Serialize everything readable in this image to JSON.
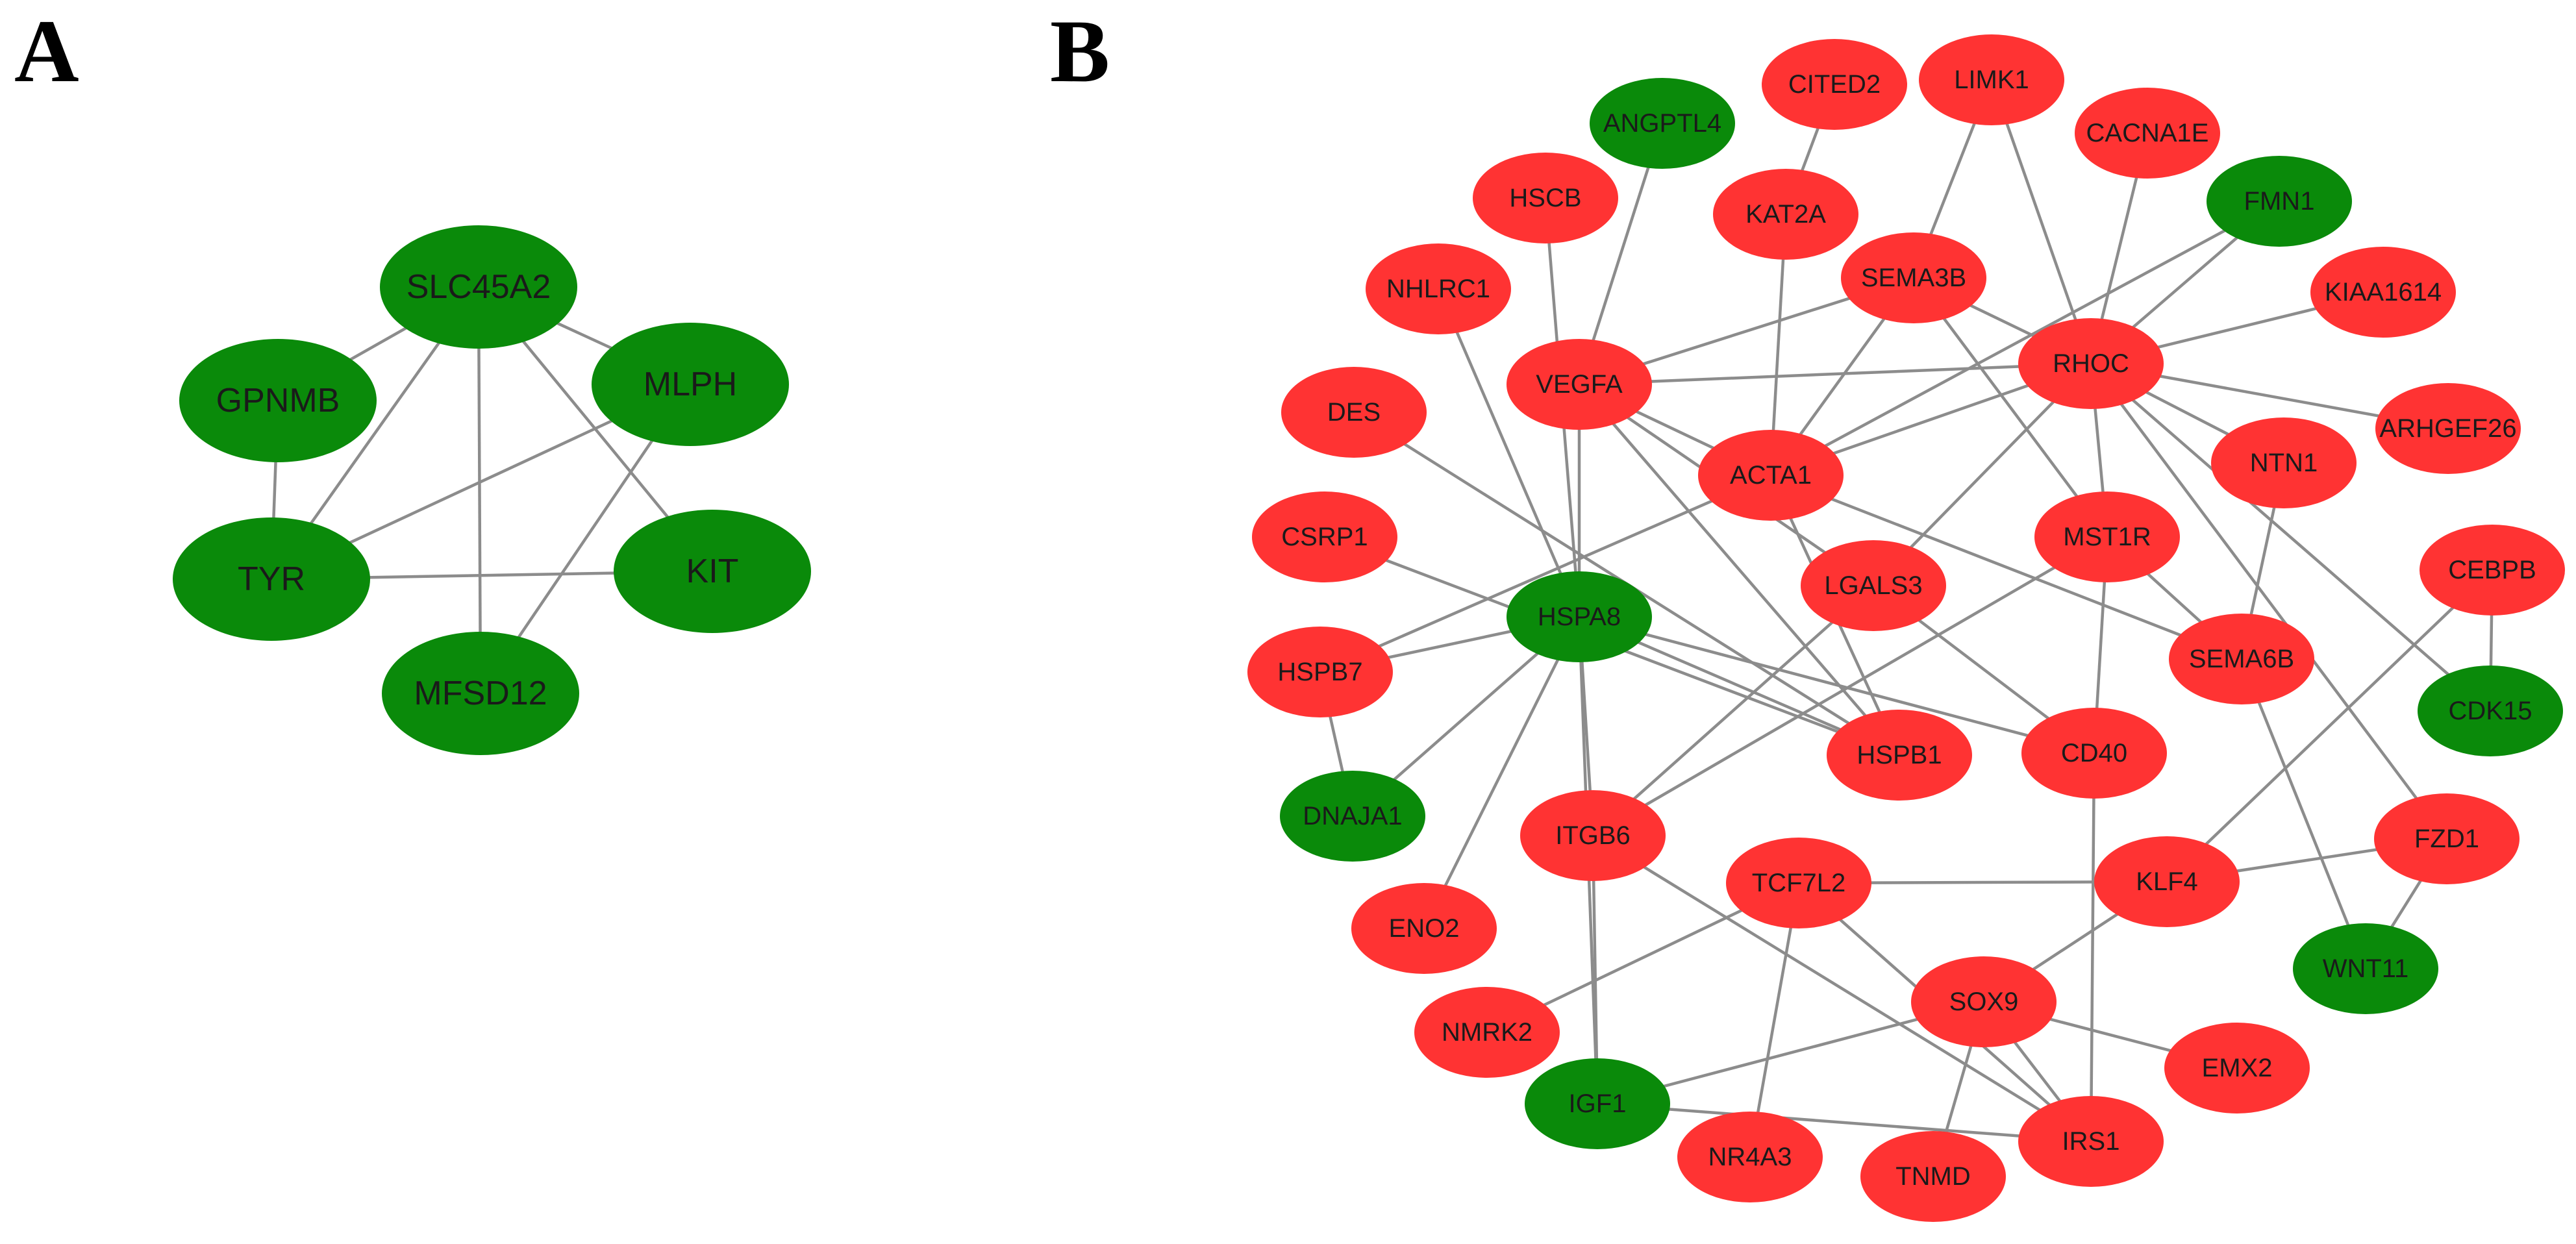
{
  "colors": {
    "up": "#ff3333",
    "down": "#0a8a0a",
    "edge": "#8c8c8c"
  },
  "panels": {
    "A": {
      "label": "A",
      "nodes": [
        {
          "id": "SLC45A2",
          "label": "SLC45A2",
          "group": "down"
        },
        {
          "id": "GPNMB",
          "label": "GPNMB",
          "group": "down"
        },
        {
          "id": "MLPH",
          "label": "MLPH",
          "group": "down"
        },
        {
          "id": "TYR",
          "label": "TYR",
          "group": "down"
        },
        {
          "id": "KIT",
          "label": "KIT",
          "group": "down"
        },
        {
          "id": "MFSD12",
          "label": "MFSD12",
          "group": "down"
        }
      ],
      "edges": [
        [
          "SLC45A2",
          "GPNMB"
        ],
        [
          "SLC45A2",
          "MLPH"
        ],
        [
          "SLC45A2",
          "TYR"
        ],
        [
          "SLC45A2",
          "KIT"
        ],
        [
          "SLC45A2",
          "MFSD12"
        ],
        [
          "GPNMB",
          "TYR"
        ],
        [
          "TYR",
          "MLPH"
        ],
        [
          "TYR",
          "KIT"
        ],
        [
          "MLPH",
          "MFSD12"
        ]
      ]
    },
    "B": {
      "label": "B",
      "nodes": [
        {
          "id": "ANGPTL4",
          "label": "ANGPTL4",
          "group": "down"
        },
        {
          "id": "CITED2",
          "label": "CITED2",
          "group": "up"
        },
        {
          "id": "LIMK1",
          "label": "LIMK1",
          "group": "up"
        },
        {
          "id": "CACNA1E",
          "label": "CACNA1E",
          "group": "up"
        },
        {
          "id": "HSCB",
          "label": "HSCB",
          "group": "up"
        },
        {
          "id": "KAT2A",
          "label": "KAT2A",
          "group": "up"
        },
        {
          "id": "FMN1",
          "label": "FMN1",
          "group": "down"
        },
        {
          "id": "SEMA3B",
          "label": "SEMA3B",
          "group": "up"
        },
        {
          "id": "NHLRC1",
          "label": "NHLRC1",
          "group": "up"
        },
        {
          "id": "KIAA1614",
          "label": "KIAA1614",
          "group": "up"
        },
        {
          "id": "VEGFA",
          "label": "VEGFA",
          "group": "up"
        },
        {
          "id": "RHOC",
          "label": "RHOC",
          "group": "up"
        },
        {
          "id": "DES",
          "label": "DES",
          "group": "up"
        },
        {
          "id": "ARHGEF26",
          "label": "ARHGEF26",
          "group": "up"
        },
        {
          "id": "ACTA1",
          "label": "ACTA1",
          "group": "up"
        },
        {
          "id": "NTN1",
          "label": "NTN1",
          "group": "up"
        },
        {
          "id": "CSRP1",
          "label": "CSRP1",
          "group": "up"
        },
        {
          "id": "MST1R",
          "label": "MST1R",
          "group": "up"
        },
        {
          "id": "LGALS3",
          "label": "LGALS3",
          "group": "up"
        },
        {
          "id": "CEBPB",
          "label": "CEBPB",
          "group": "up"
        },
        {
          "id": "HSPA8",
          "label": "HSPA8",
          "group": "down"
        },
        {
          "id": "HSPB7",
          "label": "HSPB7",
          "group": "up"
        },
        {
          "id": "SEMA6B",
          "label": "SEMA6B",
          "group": "up"
        },
        {
          "id": "CDK15",
          "label": "CDK15",
          "group": "down"
        },
        {
          "id": "HSPB1",
          "label": "HSPB1",
          "group": "up"
        },
        {
          "id": "CD40",
          "label": "CD40",
          "group": "up"
        },
        {
          "id": "DNAJA1",
          "label": "DNAJA1",
          "group": "down"
        },
        {
          "id": "ITGB6",
          "label": "ITGB6",
          "group": "up"
        },
        {
          "id": "FZD1",
          "label": "FZD1",
          "group": "up"
        },
        {
          "id": "TCF7L2",
          "label": "TCF7L2",
          "group": "up"
        },
        {
          "id": "KLF4",
          "label": "KLF4",
          "group": "up"
        },
        {
          "id": "ENO2",
          "label": "ENO2",
          "group": "up"
        },
        {
          "id": "WNT11",
          "label": "WNT11",
          "group": "down"
        },
        {
          "id": "SOX9",
          "label": "SOX9",
          "group": "up"
        },
        {
          "id": "NMRK2",
          "label": "NMRK2",
          "group": "up"
        },
        {
          "id": "EMX2",
          "label": "EMX2",
          "group": "up"
        },
        {
          "id": "IGF1",
          "label": "IGF1",
          "group": "down"
        },
        {
          "id": "IRS1",
          "label": "IRS1",
          "group": "up"
        },
        {
          "id": "NR4A3",
          "label": "NR4A3",
          "group": "up"
        },
        {
          "id": "TNMD",
          "label": "TNMD",
          "group": "up"
        }
      ],
      "edges": [
        [
          "CITED2",
          "KAT2A"
        ],
        [
          "ANGPTL4",
          "VEGFA"
        ],
        [
          "HSCB",
          "HSPA8"
        ],
        [
          "NHLRC1",
          "HSPA8"
        ],
        [
          "KAT2A",
          "ACTA1"
        ],
        [
          "LIMK1",
          "SEMA3B"
        ],
        [
          "LIMK1",
          "RHOC"
        ],
        [
          "CACNA1E",
          "RHOC"
        ],
        [
          "FMN1",
          "RHOC"
        ],
        [
          "FMN1",
          "ACTA1"
        ],
        [
          "KIAA1614",
          "RHOC"
        ],
        [
          "SEMA3B",
          "VEGFA"
        ],
        [
          "SEMA3B",
          "ACTA1"
        ],
        [
          "SEMA3B",
          "RHOC"
        ],
        [
          "SEMA3B",
          "MST1R"
        ],
        [
          "VEGFA",
          "RHOC"
        ],
        [
          "VEGFA",
          "ACTA1"
        ],
        [
          "VEGFA",
          "HSPA8"
        ],
        [
          "VEGFA",
          "LGALS3"
        ],
        [
          "VEGFA",
          "HSPB1"
        ],
        [
          "RHOC",
          "ACTA1"
        ],
        [
          "RHOC",
          "ARHGEF26"
        ],
        [
          "RHOC",
          "NTN1"
        ],
        [
          "RHOC",
          "MST1R"
        ],
        [
          "RHOC",
          "LGALS3"
        ],
        [
          "RHOC",
          "CDK15"
        ],
        [
          "RHOC",
          "FZD1"
        ],
        [
          "DES",
          "HSPB1"
        ],
        [
          "ACTA1",
          "HSPB7"
        ],
        [
          "ACTA1",
          "SEMA6B"
        ],
        [
          "ACTA1",
          "HSPB1"
        ],
        [
          "NTN1",
          "SEMA6B"
        ],
        [
          "CSRP1",
          "HSPB1"
        ],
        [
          "MST1R",
          "ITGB6"
        ],
        [
          "MST1R",
          "CD40"
        ],
        [
          "MST1R",
          "SEMA6B"
        ],
        [
          "LGALS3",
          "CD40"
        ],
        [
          "LGALS3",
          "ITGB6"
        ],
        [
          "CEBPB",
          "CDK15"
        ],
        [
          "CEBPB",
          "KLF4"
        ],
        [
          "HSPA8",
          "HSPB7"
        ],
        [
          "HSPA8",
          "HSPB1"
        ],
        [
          "HSPA8",
          "CD40"
        ],
        [
          "HSPA8",
          "DNAJA1"
        ],
        [
          "HSPA8",
          "ITGB6"
        ],
        [
          "HSPA8",
          "ENO2"
        ],
        [
          "HSPA8",
          "IGF1"
        ],
        [
          "HSPB7",
          "DNAJA1"
        ],
        [
          "SEMA6B",
          "WNT11"
        ],
        [
          "ITGB6",
          "IGF1"
        ],
        [
          "ITGB6",
          "IRS1"
        ],
        [
          "CD40",
          "IRS1"
        ],
        [
          "FZD1",
          "KLF4"
        ],
        [
          "FZD1",
          "WNT11"
        ],
        [
          "TCF7L2",
          "KLF4"
        ],
        [
          "TCF7L2",
          "NMRK2"
        ],
        [
          "TCF7L2",
          "NR4A3"
        ],
        [
          "TCF7L2",
          "IRS1"
        ],
        [
          "KLF4",
          "SOX9"
        ],
        [
          "SOX9",
          "IGF1"
        ],
        [
          "SOX9",
          "EMX2"
        ],
        [
          "SOX9",
          "TNMD"
        ],
        [
          "SOX9",
          "IRS1"
        ],
        [
          "IGF1",
          "IRS1"
        ]
      ]
    }
  }
}
